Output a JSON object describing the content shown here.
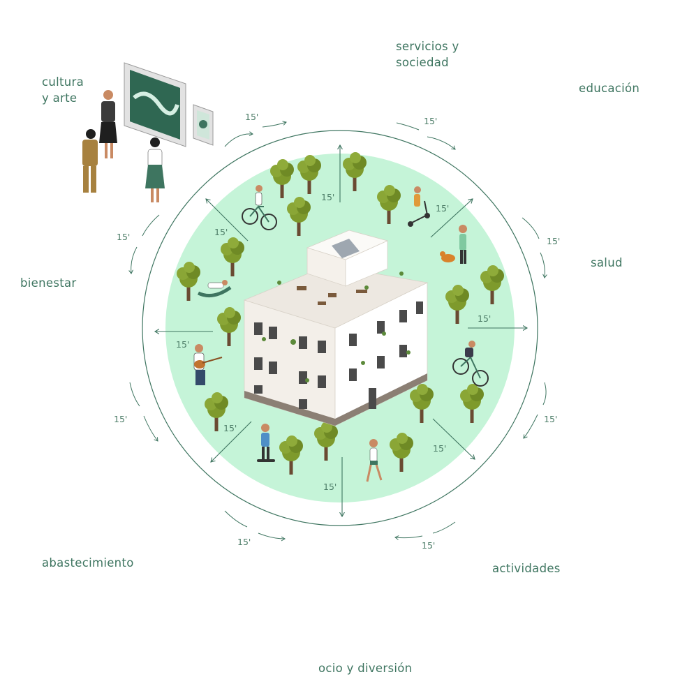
{
  "colors": {
    "accent": "#3e7560",
    "circle_fill": "#c5f4d8",
    "ring": "#3e7560",
    "tree_leaf": "#7e9a2c",
    "trunk": "#6a4a32",
    "building": "#f3efe9",
    "skin": "#c98a63",
    "green_top": "#7fc9a0",
    "dark": "#2b2b2b"
  },
  "categories": [
    {
      "id": "cultura",
      "label": "cultura\ny arte"
    },
    {
      "id": "servicios",
      "label": "servicios y\nsociedad"
    },
    {
      "id": "educacion",
      "label": "educación"
    },
    {
      "id": "salud",
      "label": "salud"
    },
    {
      "id": "actividades",
      "label": "actividades"
    },
    {
      "id": "ocio",
      "label": "ocio y diversión"
    },
    {
      "id": "abastecimiento",
      "label": "abastecimiento"
    },
    {
      "id": "bienestar",
      "label": "bienestar"
    }
  ],
  "times": {
    "outer": [
      "15'",
      "15'",
      "15'",
      "15'",
      "15'",
      "15'",
      "15'",
      "15'"
    ],
    "inner": [
      "15'",
      "15'",
      "15'",
      "15'",
      "15'",
      "15'",
      "15'",
      "15'"
    ]
  },
  "icons": [
    "art-gallery-icon",
    "dinner-table-icon",
    "classroom-icon",
    "doctor-icon",
    "painting-easel-icon",
    "concert-speaker-icon",
    "supermarket-checkout-icon",
    "gym-bench-icon",
    "apartment-building-icon",
    "tree-icon",
    "bicycle-icon",
    "skateboard-icon",
    "scooter-icon",
    "dog-walker-icon",
    "hammock-icon",
    "guitar-icon"
  ]
}
